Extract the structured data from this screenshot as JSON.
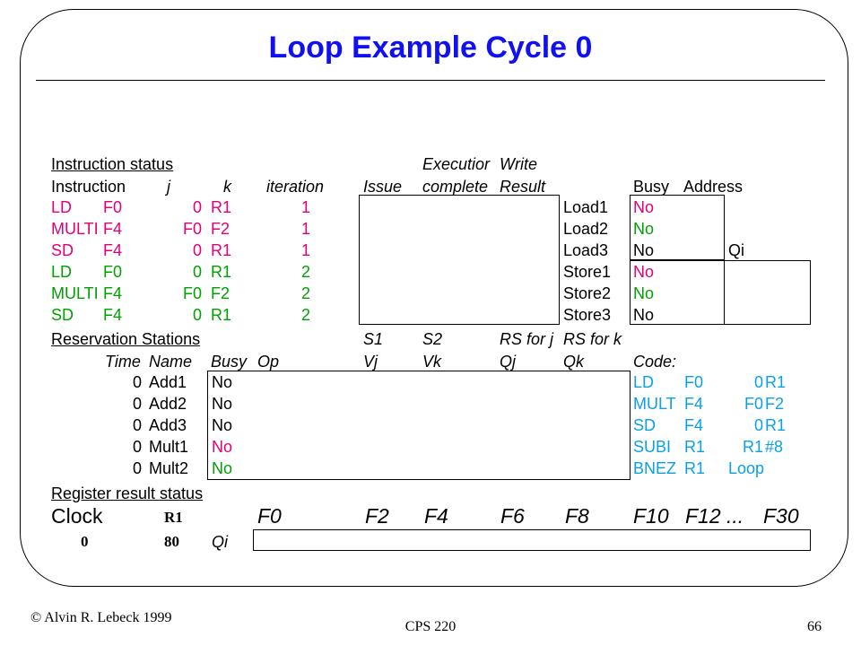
{
  "title": "Loop Example Cycle 0",
  "instruction_status": {
    "heading": "Instruction status",
    "headers": {
      "instruction": "Instruction",
      "j": "j",
      "k": "k",
      "iteration": "iteration",
      "issue": "Issue",
      "exec_top": "Executior",
      "exec_bottom": "complete",
      "write_top": "Write",
      "write_bottom": "Result"
    },
    "rows": [
      {
        "op": "LD",
        "dst": "F0",
        "j": "0",
        "k": "R1",
        "iter": "1",
        "color": "pink"
      },
      {
        "op": "MULTI",
        "dst": "F4",
        "j": "F0",
        "k": "F2",
        "iter": "1",
        "color": "pink"
      },
      {
        "op": "SD",
        "dst": "F4",
        "j": "0",
        "k": "R1",
        "iter": "1",
        "color": "pink"
      },
      {
        "op": "LD",
        "dst": "F0",
        "j": "0",
        "k": "R1",
        "iter": "2",
        "color": "green"
      },
      {
        "op": "MULTI",
        "dst": "F4",
        "j": "F0",
        "k": "F2",
        "iter": "2",
        "color": "green"
      },
      {
        "op": "SD",
        "dst": "F4",
        "j": "0",
        "k": "R1",
        "iter": "2",
        "color": "green"
      }
    ]
  },
  "load_store": {
    "busy_header": "Busy",
    "address_header": "Address",
    "qi_label": "Qi",
    "units": [
      {
        "name": "Load1",
        "busy": "No",
        "color": "pink"
      },
      {
        "name": "Load2",
        "busy": "No",
        "color": "green"
      },
      {
        "name": "Load3",
        "busy": "No",
        "color": "black"
      },
      {
        "name": "Store1",
        "busy": "No",
        "color": "pink"
      },
      {
        "name": "Store2",
        "busy": "No",
        "color": "green"
      },
      {
        "name": "Store3",
        "busy": "No",
        "color": "black"
      }
    ]
  },
  "reservation_stations": {
    "heading": "Reservation Stations",
    "top_headers": {
      "s1": "S1",
      "s2": "S2",
      "rsj": "RS for j",
      "rsk": "RS for k"
    },
    "headers": {
      "time": "Time",
      "name": "Name",
      "busy": "Busy",
      "op": "Op",
      "vj": "Vj",
      "vk": "Vk",
      "qj": "Qj",
      "qk": "Qk"
    },
    "rows": [
      {
        "time": "0",
        "name": "Add1",
        "busy": "No",
        "color": "black"
      },
      {
        "time": "0",
        "name": "Add2",
        "busy": "No",
        "color": "black"
      },
      {
        "time": "0",
        "name": "Add3",
        "busy": "No",
        "color": "black"
      },
      {
        "time": "0",
        "name": "Mult1",
        "busy": "No",
        "color": "pink"
      },
      {
        "time": "0",
        "name": "Mult2",
        "busy": "No",
        "color": "green"
      }
    ]
  },
  "code": {
    "heading": "Code:",
    "lines": [
      {
        "op": "LD",
        "a": "F0",
        "b": "0",
        "c": "R1"
      },
      {
        "op": "MULT",
        "a": "F4",
        "b": "F0",
        "c": "F2"
      },
      {
        "op": "SD",
        "a": "F4",
        "b": "0",
        "c": "R1"
      },
      {
        "op": "SUBI",
        "a": "R1",
        "b": "R1",
        "c": "#8"
      },
      {
        "op": "BNEZ",
        "a": "R1",
        "b": "Loop",
        "c": ""
      }
    ]
  },
  "register_status": {
    "heading": "Register result status",
    "clock_label": "Clock",
    "clock_value": "0",
    "r1_label": "R1",
    "r1_value": "80",
    "qi_label": "Qi",
    "registers": [
      "F0",
      "F2",
      "F4",
      "F6",
      "F8",
      "F10",
      "F12 ...",
      "F30"
    ]
  },
  "footer": {
    "copyright": "© Alvin R. Lebeck 1999",
    "course": "CPS 220",
    "page": "66"
  }
}
